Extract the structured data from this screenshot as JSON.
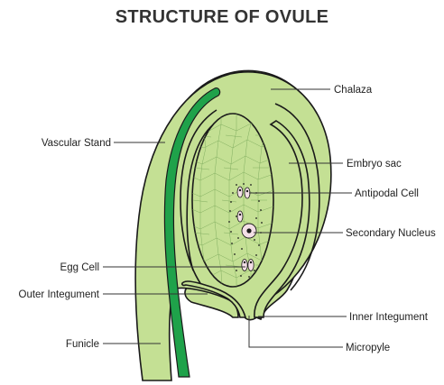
{
  "title": "STRUCTURE OF OVULE",
  "labels": {
    "chalaza": "Chalaza",
    "embryo_sac": "Embryo sac",
    "antipodal_cell": "Antipodal Cell",
    "secondary_nucleus": "Secondary Nucleus",
    "inner_integument": "Inner Integument",
    "micropyle": "Micropyle",
    "vascular_stand": "Vascular Stand",
    "egg_cell": "Egg Cell",
    "outer_integument": "Outer Integument",
    "funicle": "Funicle"
  },
  "colors": {
    "tissue": "#c4e094",
    "vascular": "#1fa24a",
    "outline": "#1a1a1a",
    "cell_lines": "#7aa85a",
    "nucleus_cell": "#f3dfe6",
    "title": "#333333"
  }
}
